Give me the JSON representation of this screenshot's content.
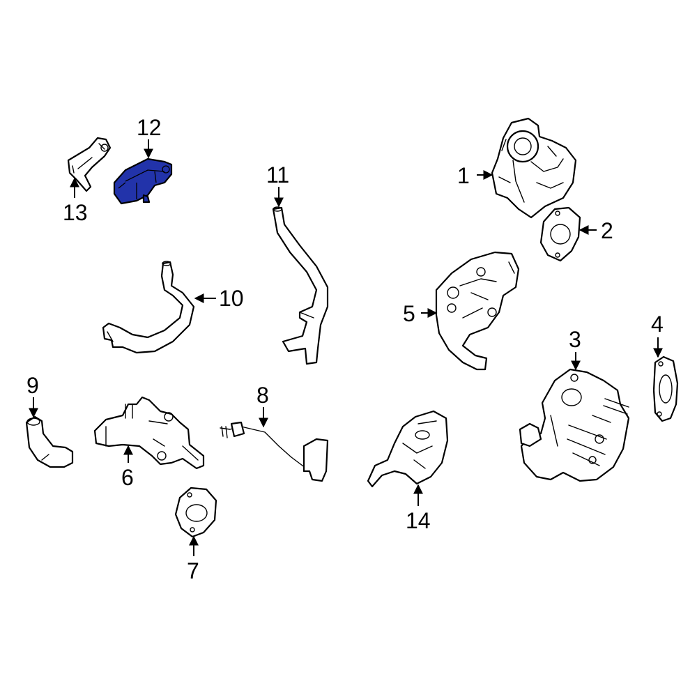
{
  "diagram": {
    "highlight_color": "#2233aa",
    "line_color": "#000000",
    "background": "#ffffff",
    "callouts": [
      {
        "id": "1",
        "label": "1"
      },
      {
        "id": "2",
        "label": "2"
      },
      {
        "id": "3",
        "label": "3"
      },
      {
        "id": "4",
        "label": "4"
      },
      {
        "id": "5",
        "label": "5"
      },
      {
        "id": "6",
        "label": "6"
      },
      {
        "id": "7",
        "label": "7"
      },
      {
        "id": "8",
        "label": "8"
      },
      {
        "id": "9",
        "label": "9"
      },
      {
        "id": "10",
        "label": "10"
      },
      {
        "id": "11",
        "label": "11"
      },
      {
        "id": "12",
        "label": "12"
      },
      {
        "id": "13",
        "label": "13"
      },
      {
        "id": "14",
        "label": "14"
      }
    ],
    "highlighted_part": "12"
  }
}
